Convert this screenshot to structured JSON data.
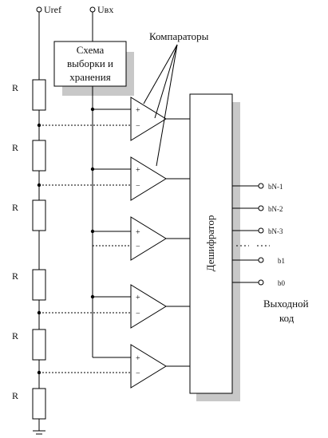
{
  "inputs": {
    "ref": "Uref",
    "in": "Uвх"
  },
  "sample_hold": {
    "line1": "Схема",
    "line2": "выборки и",
    "line3": "хранения"
  },
  "comparators_label": "Компараторы",
  "resistor_label": "R",
  "comparator_signs": {
    "plus": "+",
    "minus": "−"
  },
  "decoder_label": "Дешифратор",
  "outputs": [
    "bN-1",
    "bN-2",
    "bN-3",
    "b1",
    "b0"
  ],
  "output_caption": {
    "line1": "Выходной",
    "line2": "код"
  }
}
